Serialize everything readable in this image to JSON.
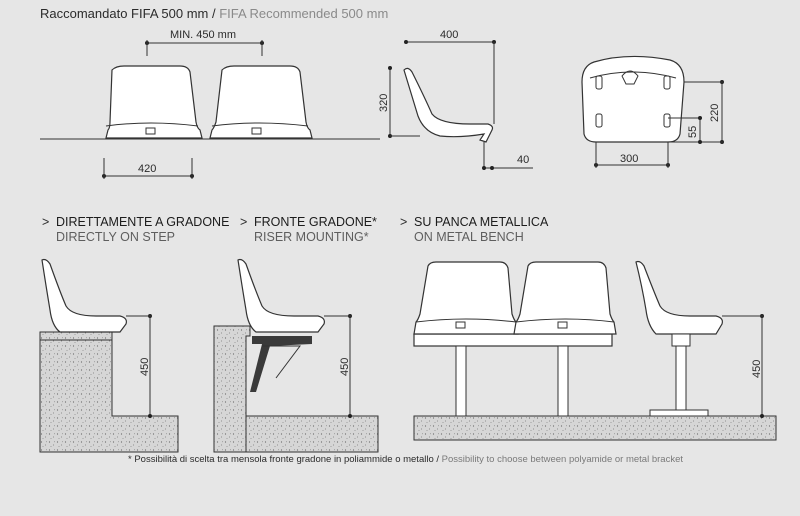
{
  "header": {
    "it": "Raccomandato FIFA 500 mm",
    "sep": " / ",
    "en": "FIFA Recommended 500 mm"
  },
  "top_dimensions": {
    "min_gap": "MIN. 450 mm",
    "seat_width": "420",
    "side_depth": "400",
    "side_height": "320",
    "side_small": "40",
    "top_width": "300",
    "top_depth": "220",
    "top_small": "55"
  },
  "sections": [
    {
      "marker": ">",
      "it": "DIRETTAMENTE A GRADONE",
      "en": "DIRECTLY ON STEP",
      "height": "450"
    },
    {
      "marker": ">",
      "it": "FRONTE GRADONE*",
      "en": "RISER MOUNTING*",
      "height": "450"
    },
    {
      "marker": ">",
      "it": "SU PANCA METALLICA",
      "en": "ON METAL BENCH",
      "height": "450"
    }
  ],
  "footnote": {
    "it": "* Possibilità di scelta tra mensola fronte gradone in poliammide o metallo",
    "sep": " / ",
    "en": "Possibility to choose between polyamide or metal bracket"
  }
}
